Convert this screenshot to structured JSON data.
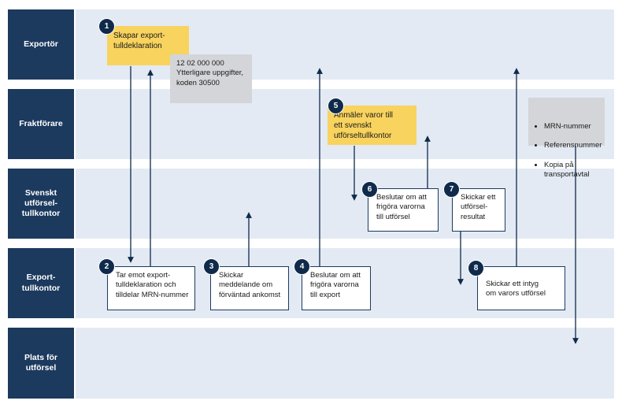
{
  "lanes": [
    {
      "label": "Exportör"
    },
    {
      "label": "Fraktförare"
    },
    {
      "label": "Svenskt\nutförsel-\ntullkontor"
    },
    {
      "label": "Export-\ntullkontor"
    },
    {
      "label": "Plats för\nutförsel"
    }
  ],
  "steps": [
    {
      "num": "1",
      "text": "Skapar export-\ntulldeklaration"
    },
    {
      "num": "2",
      "text": "Tar emot export-\ntulldeklaration och\ntilldelar MRN-nummer"
    },
    {
      "num": "3",
      "text": "Skickar\nmeddelande om\nförväntad ankomst"
    },
    {
      "num": "4",
      "text": "Beslutar om att\nfrigöra varorna\ntill export"
    },
    {
      "num": "5",
      "text": "Anmäler varor till\nett svenskt\nutförseltullkontor"
    },
    {
      "num": "6",
      "text": "Beslutar om att\nfrigöra varorna\ntill utförsel"
    },
    {
      "num": "7",
      "text": "Skickar ett\nutförsel-\nresultat"
    },
    {
      "num": "8",
      "text": "Skickar ett intyg\nom varors utförsel"
    }
  ],
  "notes": {
    "code_note": "12 02 000 000\nYtterligare uppgifter,\nkoden 30500",
    "documents": [
      "MRN-nummer",
      "Referensnummer",
      "Kopia på transportavtal"
    ]
  },
  "colors": {
    "lane_label": "#1c3a5e",
    "lane_bg": "#e3eaf4",
    "highlight": "#f8d35e",
    "note": "#d4d5d8",
    "badge": "#0f2a4a"
  }
}
